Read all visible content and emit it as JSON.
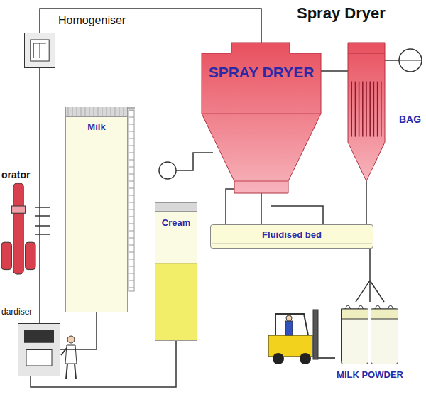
{
  "diagram": {
    "title": "Spray Dryer",
    "nodes": [
      {
        "text": [
          "Homogeniser"
        ]
      },
      {
        "text": [
          "SPRAY DRYER"
        ]
      },
      {
        "text": [
          "BAG"
        ]
      },
      {
        "text": [
          "orator"
        ]
      },
      {
        "text": [
          "Milk"
        ]
      },
      {
        "text": [
          "Cream"
        ]
      },
      {
        "text": [
          "Fluidised bed"
        ]
      },
      {
        "text": [
          "dardiser"
        ]
      },
      {
        "text": [
          "MILK POWDER"
        ]
      }
    ],
    "edges": [
      {
        "from": 4,
        "to": 7,
        "arrow": "none"
      },
      {
        "from": 5,
        "to": 7,
        "arrow": "none"
      },
      {
        "from": 7,
        "to": 0,
        "arrow": "none"
      },
      {
        "from": 0,
        "to": 1,
        "arrow": "none"
      },
      {
        "from": 1,
        "to": 6,
        "arrow": "none"
      },
      {
        "from": 1,
        "to": 2,
        "arrow": "none"
      },
      {
        "from": 2,
        "to": 6,
        "arrow": "none"
      },
      {
        "from": 6,
        "to": 8,
        "arrow": "none"
      }
    ]
  }
}
